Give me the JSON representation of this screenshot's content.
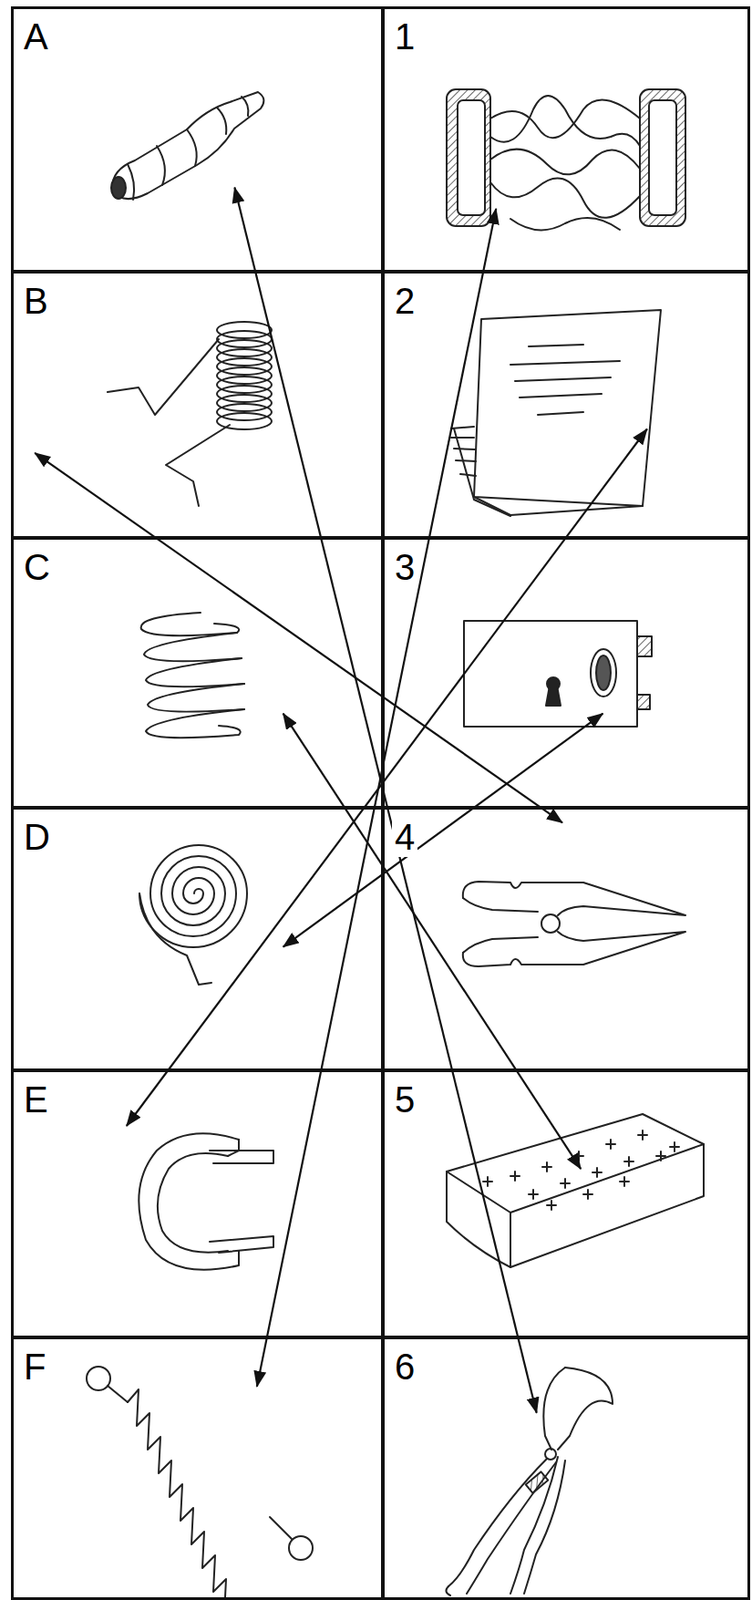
{
  "diagram": {
    "nodes": [
      {
        "text": [
          "A"
        ]
      },
      {
        "text": [
          "1"
        ]
      },
      {
        "text": [
          "B"
        ]
      },
      {
        "text": [
          "2"
        ]
      },
      {
        "text": [
          "C"
        ]
      },
      {
        "text": [
          "3"
        ]
      },
      {
        "text": [
          "D"
        ]
      },
      {
        "text": [
          "4"
        ]
      },
      {
        "text": [
          "E"
        ]
      },
      {
        "text": [
          "5"
        ]
      },
      {
        "text": [
          "F"
        ]
      },
      {
        "text": [
          "6"
        ]
      }
    ],
    "edges": [
      {
        "from": 0,
        "to": 11,
        "arrow": "both"
      },
      {
        "from": 2,
        "to": 7,
        "arrow": "both"
      },
      {
        "from": 4,
        "to": 9,
        "arrow": "both"
      },
      {
        "from": 6,
        "to": 5,
        "arrow": "both"
      },
      {
        "from": 8,
        "to": 3,
        "arrow": "both"
      },
      {
        "from": 10,
        "to": 1,
        "arrow": "both"
      }
    ]
  }
}
